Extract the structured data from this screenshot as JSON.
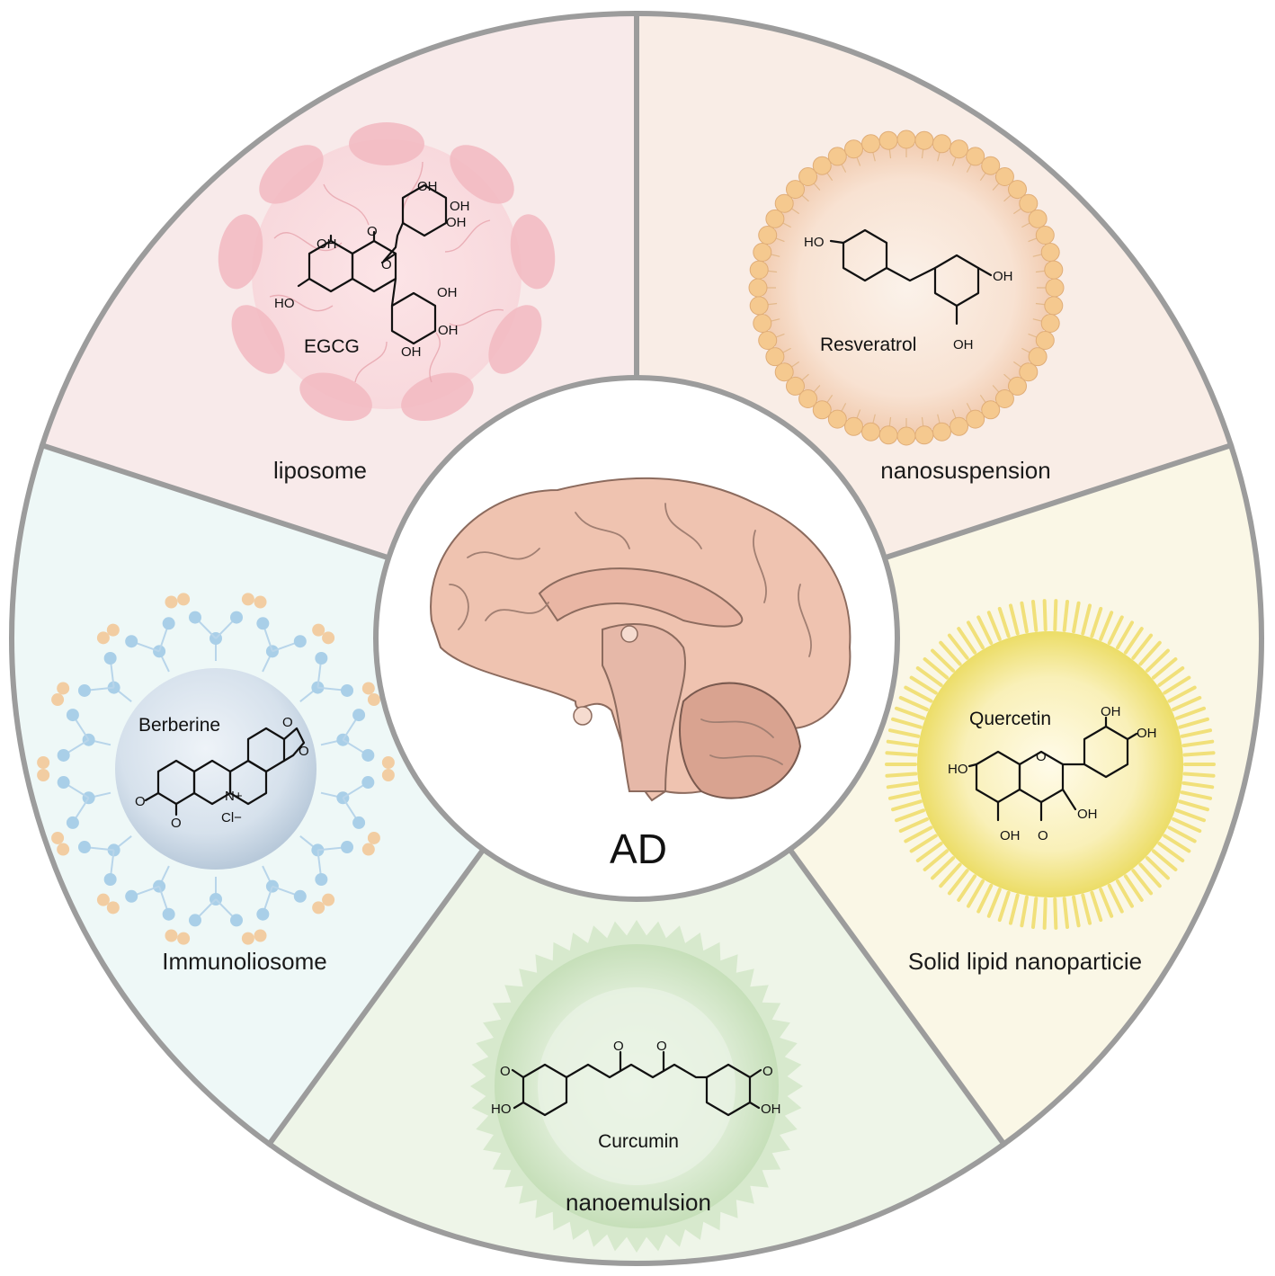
{
  "center": {
    "label": "AD",
    "illustration": "brain-sagittal-section"
  },
  "segments": [
    {
      "key": "liposome",
      "label": "liposome",
      "drug": "EGCG",
      "color": "#f8eaea",
      "chem_labels": [
        "OH",
        "OH",
        "OH",
        "OH",
        "HO",
        "O",
        "O",
        "OH",
        "OH",
        "OH"
      ]
    },
    {
      "key": "nanosuspension",
      "label": "nanosuspension",
      "drug": "Resveratrol",
      "color": "#f9ede6",
      "chem_labels": [
        "HO",
        "OH",
        "OH"
      ]
    },
    {
      "key": "sln",
      "label": "Solid lipid nanoparticie",
      "drug": "Quercetin",
      "color": "#faf7e6",
      "chem_labels": [
        "OH",
        "OH",
        "HO",
        "O",
        "OH",
        "OH",
        "O"
      ]
    },
    {
      "key": "nanoemulsion",
      "label": "nanoemulsion",
      "drug": "Curcumin",
      "color": "#eef5e8",
      "chem_labels": [
        "O",
        "O",
        "O",
        "O",
        "HO",
        "OH"
      ]
    },
    {
      "key": "immunoliposome",
      "label": "Immunoliosome",
      "drug": "Berberine",
      "color": "#eef8f7",
      "chem_labels": [
        "O",
        "O",
        "N+",
        "Cl−",
        "O",
        "O"
      ]
    }
  ],
  "colors": {
    "ring_stroke": "#9c9c9c",
    "liposome_pink": "#f2b9c1",
    "nanosuspension_orange": "#f5c98f",
    "sln_yellow": "#f1e07a",
    "nanoemulsion_green": "#c9e2bd",
    "immuno_blue": "#a9cfe8",
    "immuno_orange": "#f2cda2",
    "brain_pink": "#efc3b0"
  }
}
